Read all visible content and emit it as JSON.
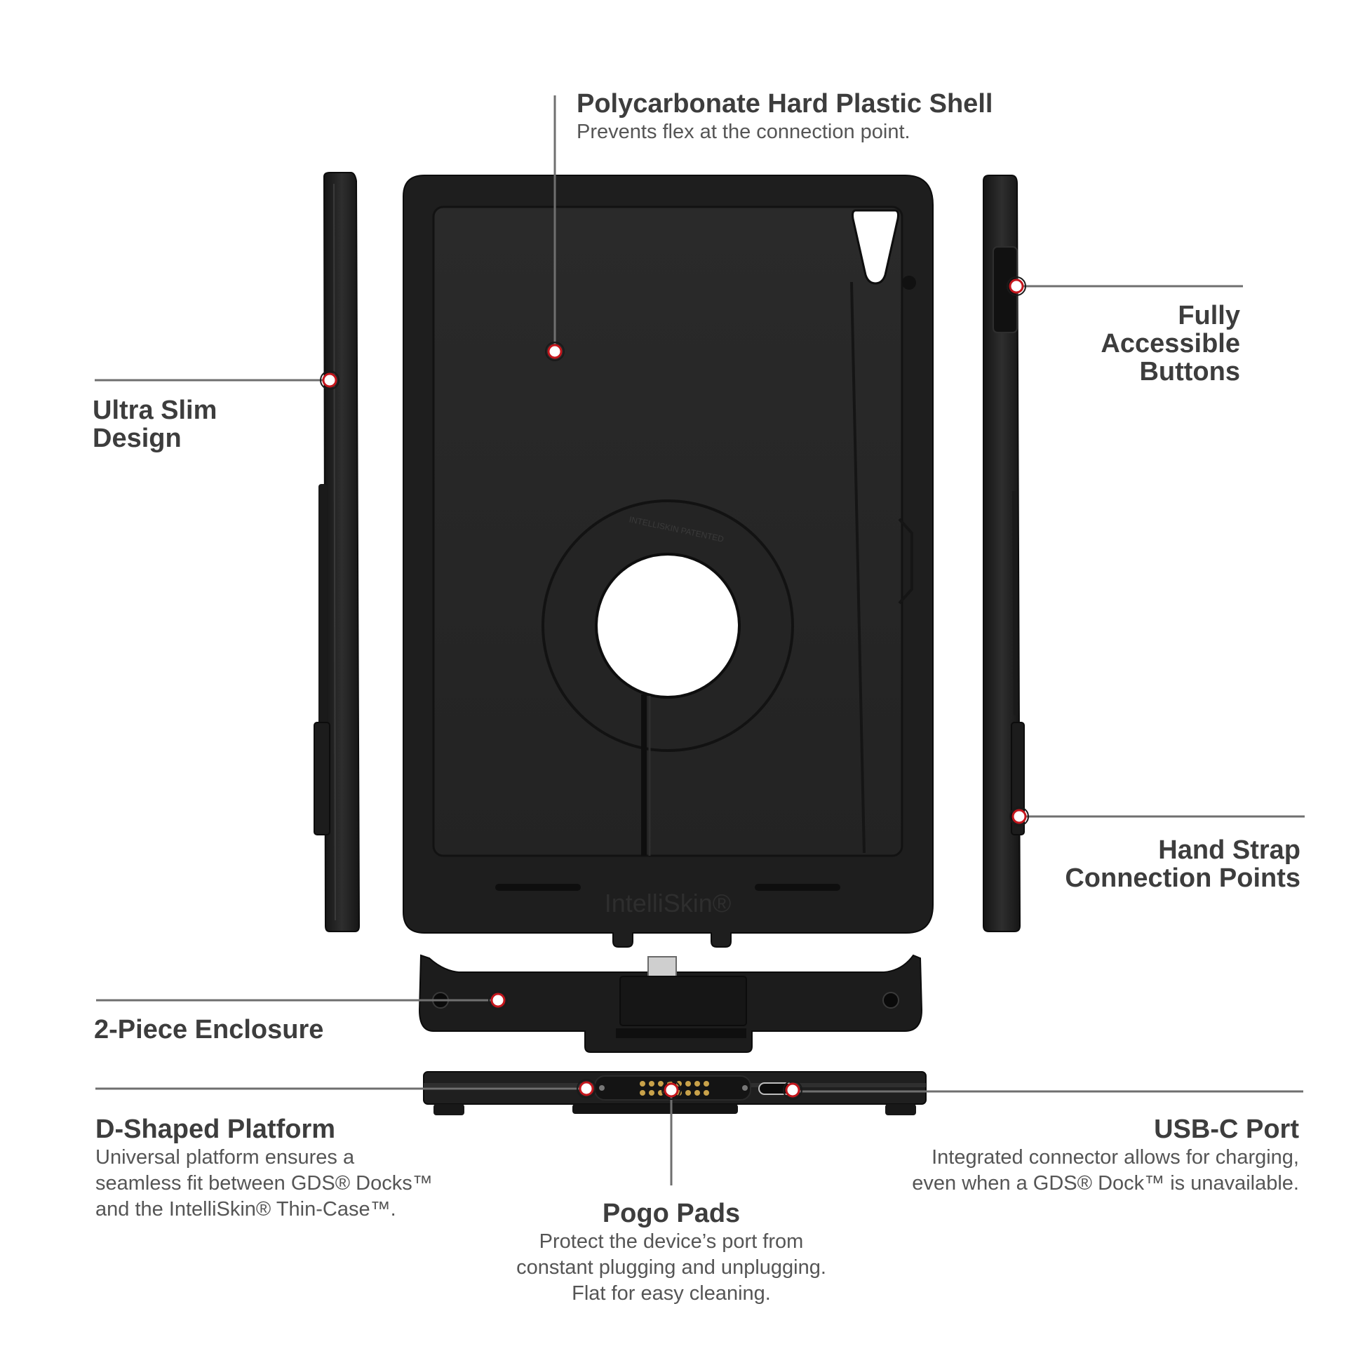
{
  "colors": {
    "body": "#262626",
    "body_inner": "#2c2c2c",
    "edge": "#101010",
    "leader": "#6f6f6f",
    "dot_ring": "#c4161c",
    "text_title": "#3d3d3d",
    "text_desc": "#555555",
    "pogo": "#c9a24a"
  },
  "icons": {
    "callout_marker": "red-ring-dot-icon"
  },
  "callouts": {
    "shell": {
      "title": "Polycarbonate Hard Plastic Shell",
      "desc": [
        "Prevents flex at the connection point."
      ]
    },
    "slim": {
      "title": [
        "Ultra Slim",
        "Design"
      ]
    },
    "buttons": {
      "title": [
        "Fully",
        "Accessible",
        "Buttons"
      ]
    },
    "strap": {
      "title": [
        "Hand Strap",
        "Connection Points"
      ]
    },
    "enclosure": {
      "title": "2-Piece Enclosure"
    },
    "platform": {
      "title": "D-Shaped Platform",
      "desc": [
        "Universal platform ensures a",
        "seamless fit between GDS® Docks™",
        "and the IntelliSkin® Thin-Case™."
      ]
    },
    "usbc": {
      "title": "USB-C Port",
      "desc": [
        "Integrated connector allows for charging,",
        "even when a GDS® Dock™ is unavailable."
      ]
    },
    "pogo": {
      "title": "Pogo Pads",
      "desc": [
        "Protect the device’s port from",
        "constant plugging and unplugging.",
        "Flat for easy cleaning."
      ]
    }
  },
  "product": {
    "embossed_brand": "IntelliSkin®",
    "ring_text": "INTELLISKIN PATENTED"
  }
}
